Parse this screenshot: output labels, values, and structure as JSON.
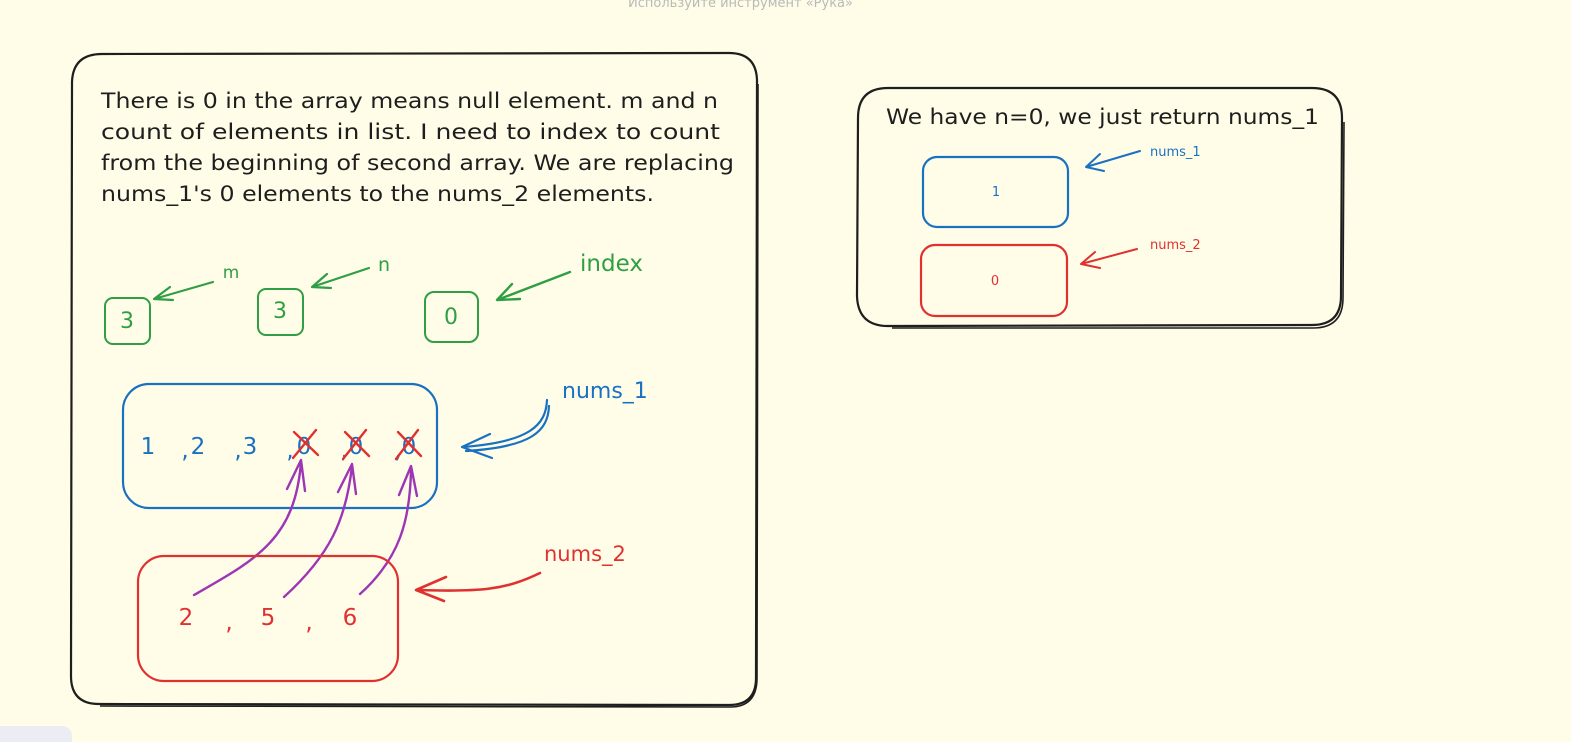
{
  "hint": "Используйте инструмент «Рука»",
  "colors": {
    "background": "#fffde8",
    "ink": "#1e1e1e",
    "green": "#2f9e44",
    "blue": "#1971c2",
    "red": "#e03131",
    "purple": "#9c36b5"
  },
  "left_panel": {
    "explanation_lines": [
      "There is 0 in the array means null element. m and n",
      "count of elements in list. I need to index to count",
      "from the beginning of second array. We are replacing",
      "nums_1's 0 elements to the nums_2 elements."
    ],
    "counters": [
      {
        "label": "m",
        "value": "3"
      },
      {
        "label": "n",
        "value": "3"
      },
      {
        "label": "index",
        "value": "0"
      }
    ],
    "nums_1": {
      "label": "nums_1",
      "items": [
        "1",
        "2",
        "3",
        "0",
        "0",
        "0"
      ],
      "separator": ","
    },
    "nums_2": {
      "label": "nums_2",
      "items": [
        "2",
        "5",
        "6"
      ],
      "separator": ","
    }
  },
  "right_panel": {
    "title": "We have n=0, we just return nums_1",
    "nums_1": {
      "label": "nums_1",
      "value": "1"
    },
    "nums_2": {
      "label": "nums_2",
      "value": "0"
    }
  }
}
